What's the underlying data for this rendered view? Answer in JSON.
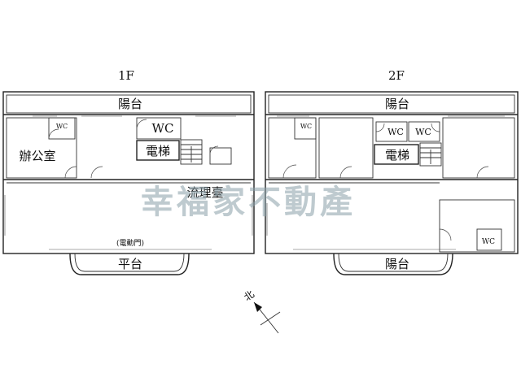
{
  "watermark": "幸福家不動產",
  "floor1": {
    "title": "1F",
    "rooms": {
      "balcony": "陽台",
      "office": "辦公室",
      "office_wc": "WC",
      "wc": "WC",
      "elevator": "電梯",
      "kitchen_counter": "流理臺",
      "electric_door": "(電動門)",
      "platform": "平台"
    }
  },
  "floor2": {
    "title": "2F",
    "rooms": {
      "balcony_top": "陽台",
      "wc_small": "WC",
      "wc_a": "WC",
      "wc_b": "WC",
      "elevator": "電梯",
      "wc_corner": "WC",
      "balcony_bottom": "陽台"
    }
  },
  "compass": {
    "label": "北"
  }
}
